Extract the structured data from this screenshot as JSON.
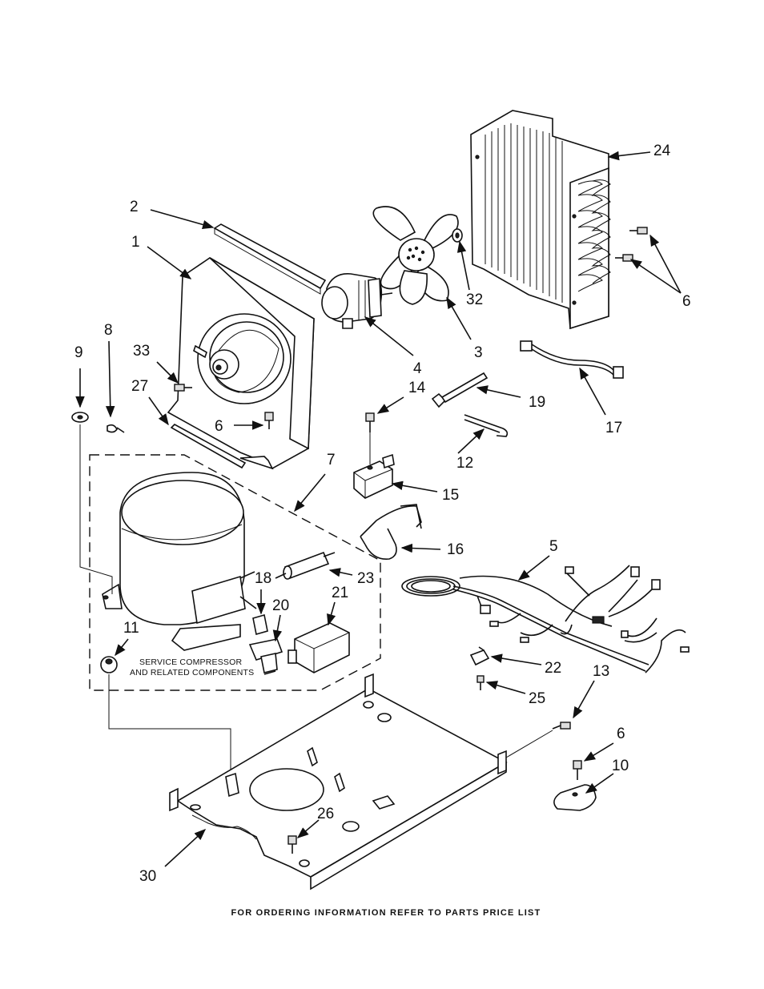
{
  "diagram": {
    "note": {
      "line1": "SERVICE COMPRESSOR",
      "line2": "AND RELATED COMPONENTS"
    },
    "footer": "FOR ORDERING INFORMATION REFER TO PARTS PRICE LIST",
    "callouts": {
      "c1": "1",
      "c2": "2",
      "c3": "3",
      "c4": "4",
      "c5": "5",
      "c6a": "6",
      "c6b": "6",
      "c6c": "6",
      "c7": "7",
      "c8": "8",
      "c9": "9",
      "c10": "10",
      "c11": "11",
      "c12": "12",
      "c13": "13",
      "c14": "14",
      "c15": "15",
      "c16": "16",
      "c17": "17",
      "c18": "18",
      "c19": "19",
      "c20": "20",
      "c21": "21",
      "c22": "22",
      "c23": "23",
      "c24": "24",
      "c25": "25",
      "c26": "26",
      "c27": "27",
      "c30": "30",
      "c32": "32",
      "c33": "33"
    }
  }
}
